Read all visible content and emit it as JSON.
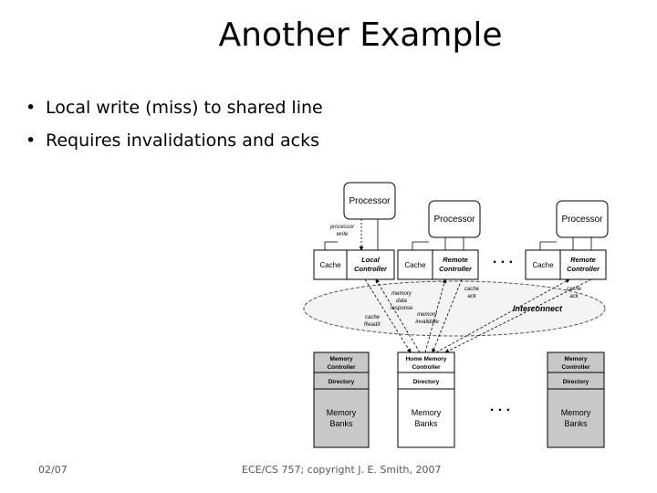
{
  "slide": {
    "title": "Another Example",
    "bullets": [
      "Local write (miss)  to shared line",
      "Requires invalidations and acks"
    ],
    "footer_date": "02/07",
    "footer_copyright": "ECE/CS 757; copyright J. E. Smith, 2007"
  },
  "diagram": {
    "processor_label": "Processor",
    "cache_label": "Cache",
    "local_controller_line1": "Local",
    "local_controller_line2": "Controller",
    "remote_controller_line1": "Remote",
    "remote_controller_line2": "Controller",
    "memory_controller_line1": "Memory",
    "memory_controller_line2": "Controller",
    "home_memory_controller_line1": "Home Memory",
    "home_memory_controller_line2": "Controller",
    "directory_label": "Directory",
    "memory_banks_line1": "Memory",
    "memory_banks_line2": "Banks",
    "interconnect_label": "Interconnect",
    "ellipsis": ". . .",
    "annotations": {
      "processor_write_1": "processor",
      "processor_write_2": "write",
      "memory_data_response_1": "memory",
      "memory_data_response_2": "data",
      "memory_data_response_3": "response",
      "memory_invalidate_1": "memory",
      "memory_invalidate_2": "invalidate",
      "cache_readx_1": "cache",
      "cache_readx_2": "ReadX",
      "cache_ack_1": "cache",
      "cache_ack_2": "ack"
    }
  }
}
